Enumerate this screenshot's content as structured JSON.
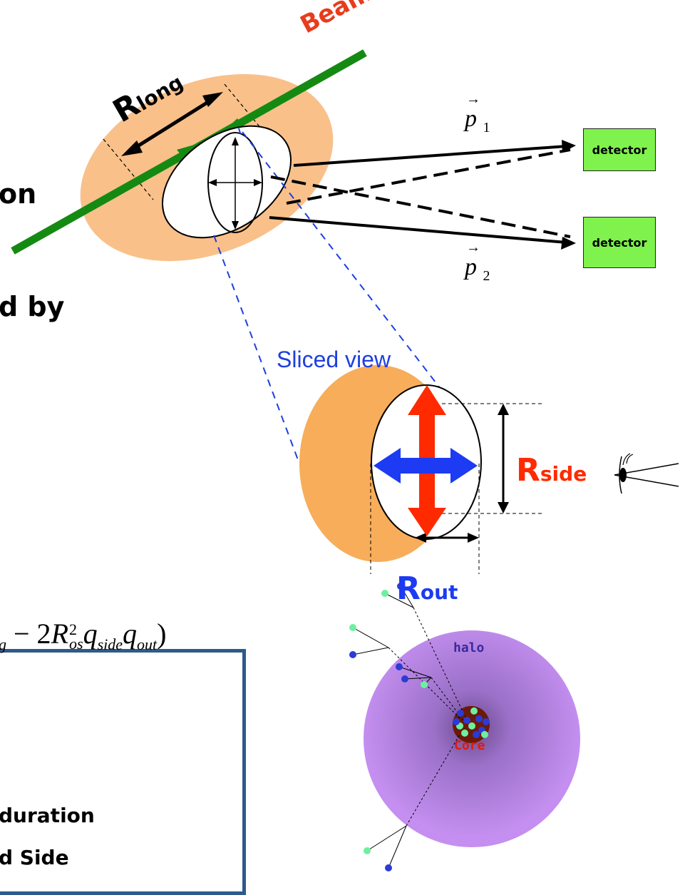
{
  "left_fragments": {
    "line1": "on",
    "line2": "d by",
    "line3": "duration",
    "line4": "d Side"
  },
  "labels": {
    "beam": "Beam",
    "r_long_main": "R",
    "r_long_sub": "long",
    "p1": "p",
    "p1_sub": "1",
    "p2": "p",
    "p2_sub": "2",
    "sliced_view": "Sliced view",
    "r_side_main": "R",
    "r_side_sub": "side",
    "r_out_main": "R",
    "r_out_sub": "out",
    "halo": "halo",
    "core": "Core"
  },
  "detectors": [
    {
      "label": "detector"
    },
    {
      "label": "detector"
    }
  ],
  "formula": {
    "lead_sub": "g",
    "minus": "− 2",
    "R": "R",
    "R_sup": "2",
    "R_sub": "os",
    "q1": "q",
    "q1_sub": "side",
    "q2": "q",
    "q2_sub": "out",
    "close": ")"
  },
  "colors": {
    "orange_fill": "#f9c08a",
    "orange_slice": "#f7ad5a",
    "beam_green": "#148a12",
    "beam_label": "#e83c1c",
    "slice_line": "#1d3fe0",
    "r_side": "#ff2a00",
    "r_out": "#1c3bf2",
    "detector": "#7ff24d",
    "halo": "#c48ff0",
    "box_border": "#2f5a8b"
  }
}
